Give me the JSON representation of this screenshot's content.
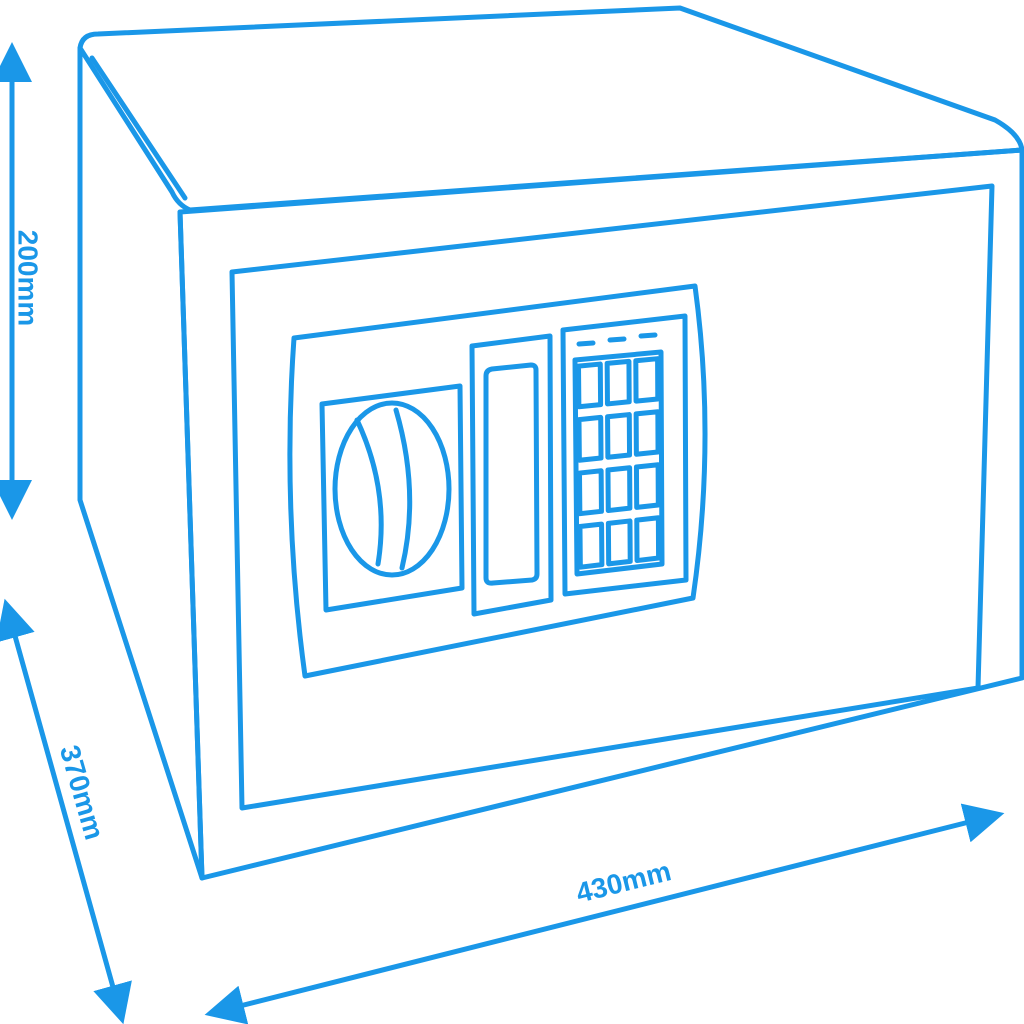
{
  "colors": {
    "line": "#1a97e8",
    "background": "#ffffff"
  },
  "dimensions": {
    "height_label": "200mm",
    "depth_label": "370mm",
    "width_label": "430mm"
  }
}
